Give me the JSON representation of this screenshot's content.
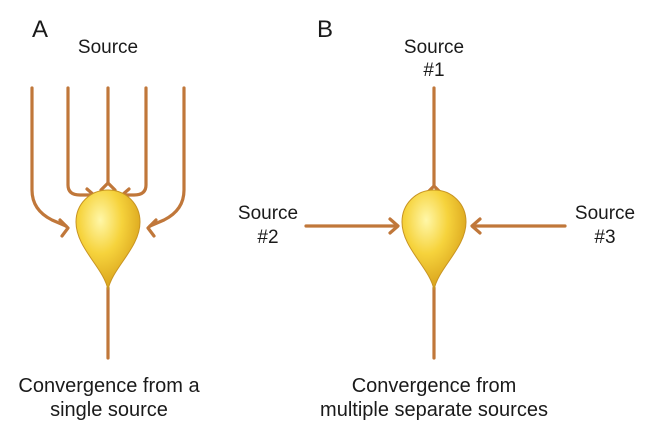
{
  "colors": {
    "axon": "#c0773a",
    "soma_light": "#fff7a8",
    "soma_mid": "#f6d33c",
    "soma_dark": "#d49a16",
    "text": "#1a1a1a"
  },
  "panel_a": {
    "letter": "A",
    "source_label": "Source",
    "caption_line1": "Convergence from a",
    "caption_line2": "single source"
  },
  "panel_b": {
    "letter": "B",
    "source1_line1": "Source",
    "source1_line2": "#1",
    "source2_line1": "Source",
    "source2_line2": "#2",
    "source3_line1": "Source",
    "source3_line2": "#3",
    "caption_line1": "Convergence from",
    "caption_line2": "multiple separate sources"
  }
}
